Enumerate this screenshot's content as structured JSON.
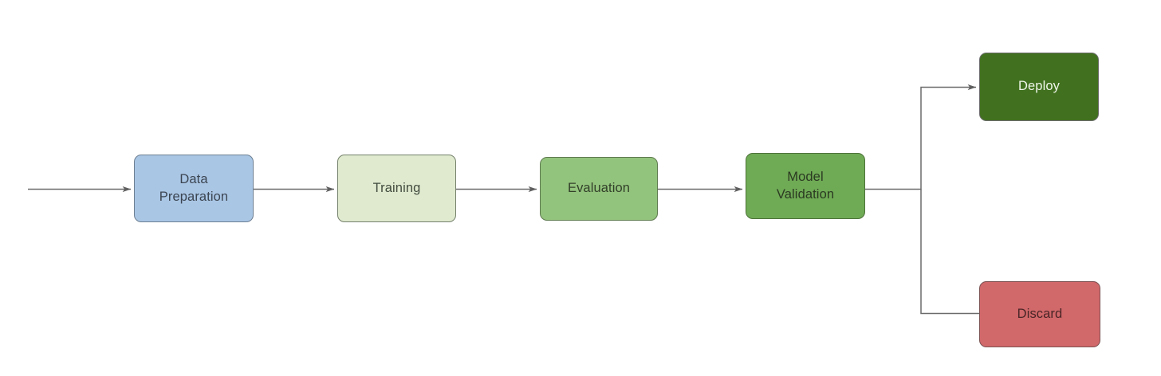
{
  "diagram": {
    "title": "ML pipeline flowchart",
    "type": "flowchart",
    "orientation": "left-to-right",
    "background": "#ffffff",
    "edge_color": "#6b6b6b",
    "nodes": [
      {
        "id": "data-preparation",
        "label": "Data\nPreparation",
        "fill": "#aac6e5",
        "stroke": "#6d7f92",
        "text_color": "#3b4551"
      },
      {
        "id": "training",
        "label": "Training",
        "fill": "#dfeacf",
        "stroke": "#74806a",
        "text_color": "#434c3f"
      },
      {
        "id": "evaluation",
        "label": "Evaluation",
        "fill": "#93c47d",
        "stroke": "#5e7a4f",
        "text_color": "#32402a"
      },
      {
        "id": "model-validation",
        "label": "Model\nValidation",
        "fill": "#6faa55",
        "stroke": "#4d7339",
        "text_color": "#2b3a22"
      },
      {
        "id": "deploy",
        "label": "Deploy",
        "fill": "#41711f",
        "stroke": "#6b6b6b",
        "text_color": "#eef5e9"
      },
      {
        "id": "discard",
        "label": "Discard",
        "fill": "#d1686a",
        "stroke": "#7d5253",
        "text_color": "#4a2526"
      }
    ],
    "edges": [
      {
        "id": "entry-to-data-preparation",
        "from": "",
        "to": "data-preparation",
        "label": "",
        "arrowhead": true
      },
      {
        "id": "data-preparation-to-training",
        "from": "data-preparation",
        "to": "training",
        "label": "",
        "arrowhead": true
      },
      {
        "id": "training-to-evaluation",
        "from": "training",
        "to": "evaluation",
        "label": "",
        "arrowhead": true
      },
      {
        "id": "evaluation-to-model-validation",
        "from": "evaluation",
        "to": "model-validation",
        "label": "",
        "arrowhead": true
      },
      {
        "id": "model-validation-to-deploy",
        "from": "model-validation",
        "to": "deploy",
        "label": "",
        "arrowhead": true
      },
      {
        "id": "model-validation-to-discard",
        "from": "model-validation",
        "to": "discard",
        "label": "",
        "arrowhead": false
      }
    ]
  }
}
